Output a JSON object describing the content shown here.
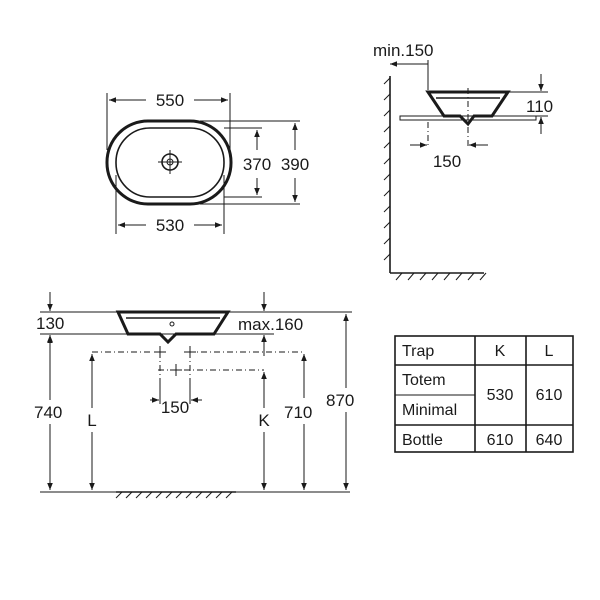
{
  "top_view": {
    "width_outer": "550",
    "width_inner": "530",
    "depth_inner": "370",
    "depth_outer": "390"
  },
  "side_view": {
    "min_wall": "min.150",
    "height": "110",
    "offset": "150"
  },
  "front_view": {
    "basin_height": "130",
    "max_top": "max.160",
    "height_740": "740",
    "label_L": "L",
    "waste_offset": "150",
    "label_K": "K",
    "height_710": "710",
    "height_870": "870"
  },
  "trap_table": {
    "headers": [
      "Trap",
      "K",
      "L"
    ],
    "rows": [
      {
        "name": "Totem",
        "k": "530",
        "l": "610"
      },
      {
        "name": "Minimal",
        "k": "",
        "l": ""
      },
      {
        "name": "Bottle",
        "k": "610",
        "l": "640"
      }
    ]
  }
}
